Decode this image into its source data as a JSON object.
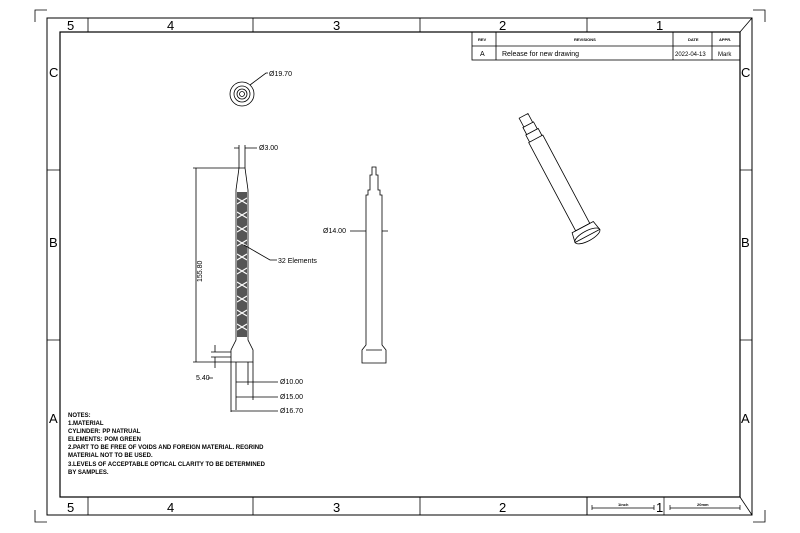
{
  "zones": {
    "cols": [
      "5",
      "4",
      "3",
      "2",
      "1"
    ],
    "rows": [
      "C",
      "B",
      "A"
    ]
  },
  "revisions": {
    "headers": [
      "REV",
      "REVISIONS",
      "DATE",
      "APPR."
    ],
    "rows": [
      {
        "rev": "A",
        "desc": "Release for new drawing",
        "date": "2022-04-13",
        "appr": "Mark"
      }
    ]
  },
  "dims": {
    "top_dia": "Ø19.70",
    "tip_dia": "Ø3.00",
    "length": "155.80",
    "elements": "32 Elements",
    "step": "5.40",
    "d1": "Ø10.00",
    "d2": "Ø15.00",
    "d3": "Ø16.70",
    "side_dia": "Ø14.00"
  },
  "notes": [
    "NOTES:",
    "1.MATERIAL",
    "CYLINDER: PP  NATRUAL",
    "ELEMENTS: POM GREEN",
    "2.PART TO BE FREE OF VOIDS AND FOREIGN MATERIAL. REGRIND",
    "MATERIAL NOT TO BE USED.",
    "3.LEVELS OF ACCEPTABLE OPTICAL CLARITY TO BE DETERMINED",
    "BY SAMPLES."
  ],
  "scale": {
    "inch": "1inch",
    "mm": "20mm"
  }
}
